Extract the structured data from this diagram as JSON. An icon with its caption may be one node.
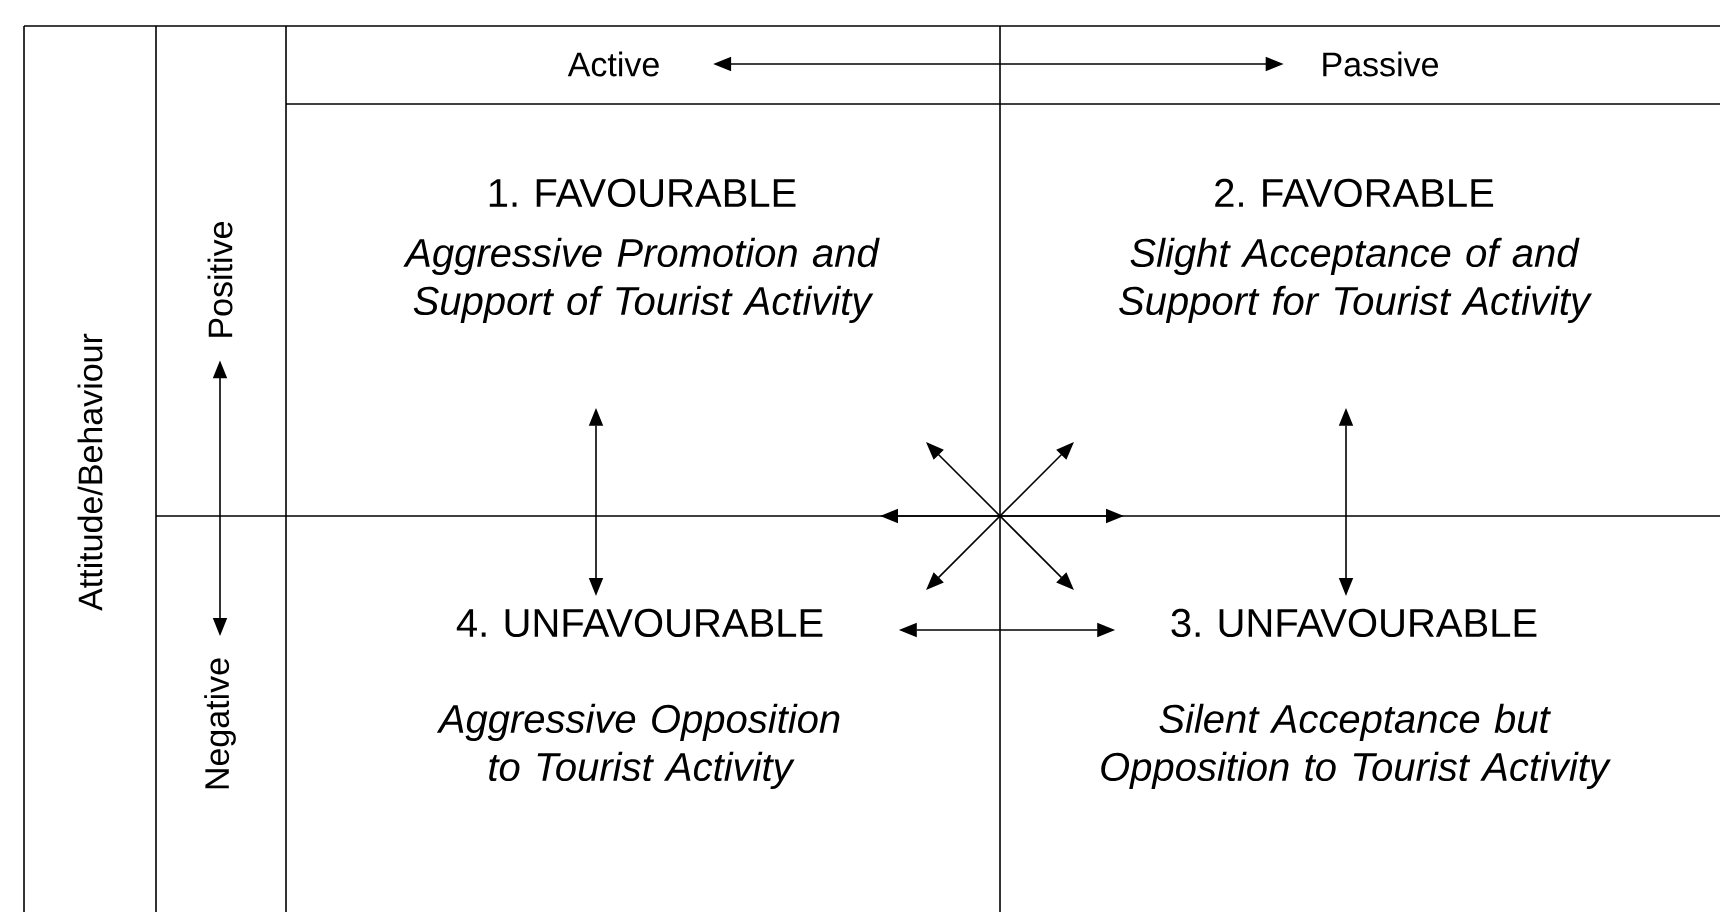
{
  "diagram": {
    "nodes": [
      {
        "text": [
          "Active"
        ]
      },
      {
        "text": [
          "Passive"
        ]
      },
      {
        "text": [
          "Positive"
        ]
      },
      {
        "text": [
          "Negative"
        ]
      },
      {
        "text": [
          "1. FAVOURABLE",
          "Aggressive Promotion and Support of Tourist Activity"
        ]
      },
      {
        "text": [
          "2. FAVORABLE",
          "Slight Acceptance of and Support for Tourist Activity"
        ]
      },
      {
        "text": [
          "4. UNFAVOURABLE",
          "Aggressive Opposition to Tourist Activity"
        ]
      },
      {
        "text": [
          "3. UNFAVOURABLE",
          "Silent Acceptance but Opposition to Tourist Activity"
        ]
      }
    ],
    "edges": [
      {
        "from": 0,
        "to": 1,
        "arrow": "both"
      },
      {
        "from": 2,
        "to": 3,
        "arrow": "both"
      },
      {
        "from": 4,
        "to": 6,
        "arrow": "both"
      },
      {
        "from": 5,
        "to": 7,
        "arrow": "both"
      },
      {
        "from": 6,
        "to": 7,
        "arrow": "both"
      }
    ],
    "labels": [
      "Attitude/Behaviour"
    ]
  }
}
